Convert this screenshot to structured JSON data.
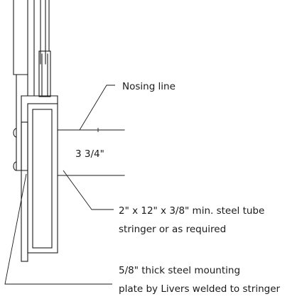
{
  "labels": {
    "nosing": "Nosing line",
    "dimension": "3 3/4\"",
    "stringer_line1": "2\" x 12\" x 3/8\" min. steel tube",
    "stringer_line2": "stringer or as required",
    "plate_line1": "5/8\" thick steel mounting",
    "plate_line2": "plate by Livers welded to stringer"
  },
  "colors": {
    "ink": "#1a1a1a",
    "background": "#ffffff"
  }
}
